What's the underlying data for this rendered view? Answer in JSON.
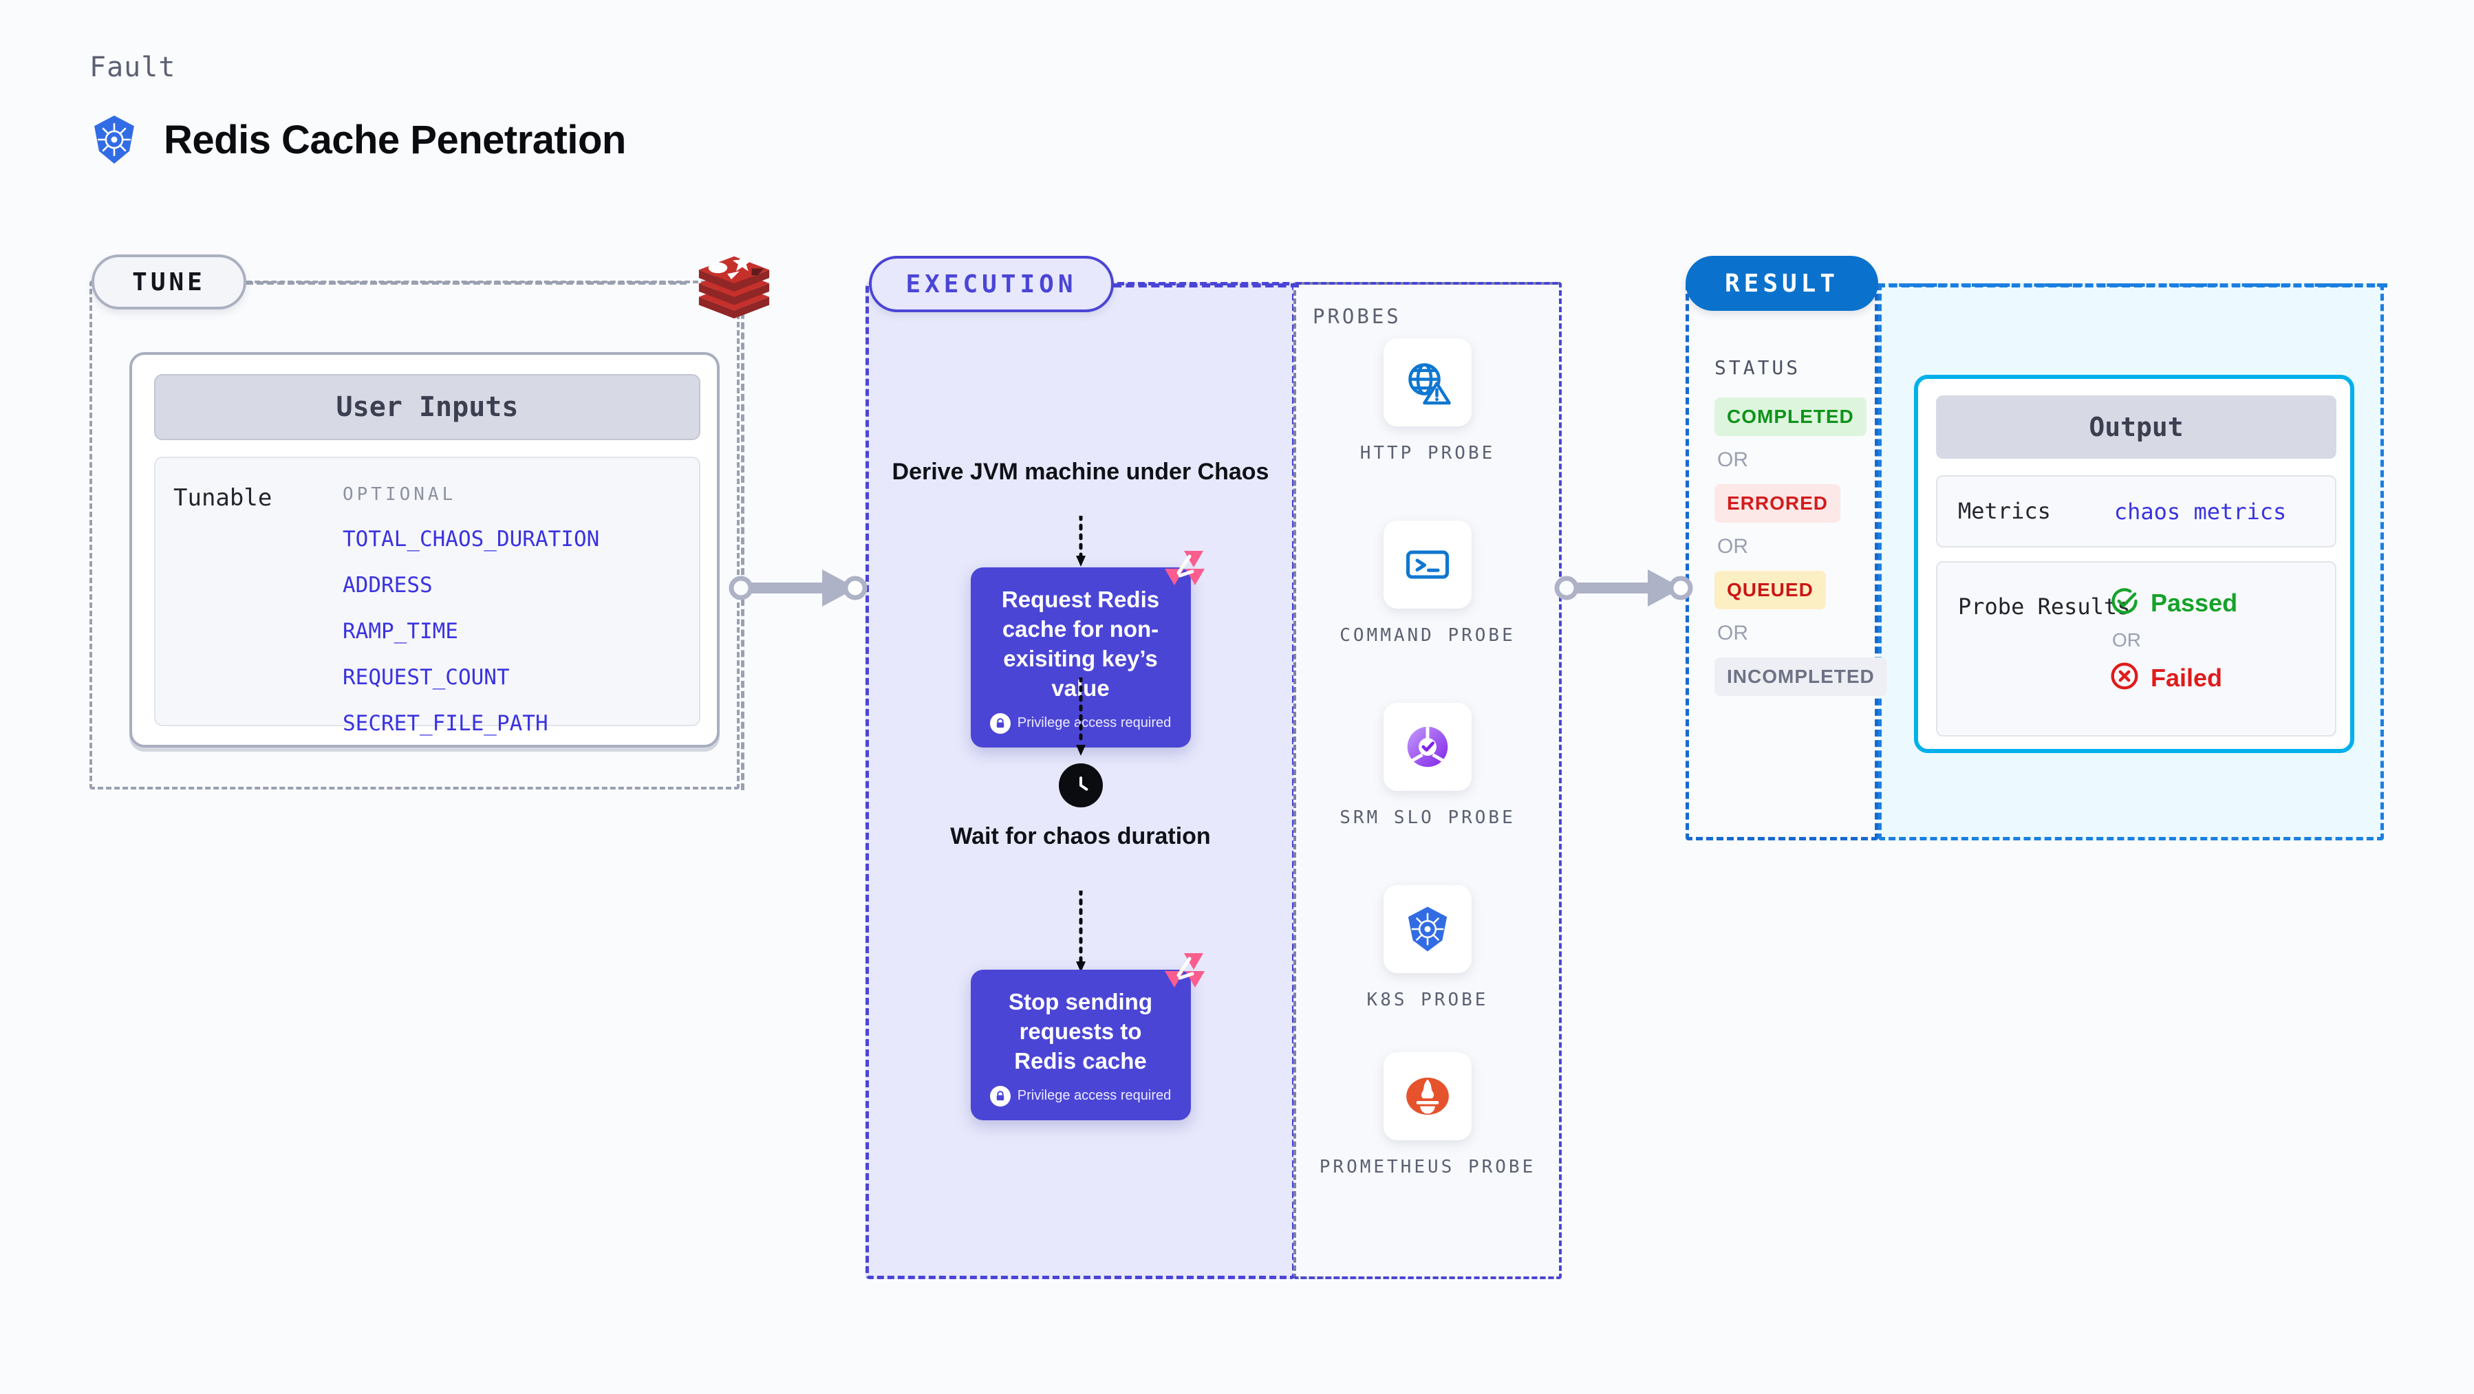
{
  "header": {
    "kicker": "Fault",
    "title": "Redis Cache Penetration",
    "logo_icon": "kubernetes-icon"
  },
  "tune": {
    "pill_label": "TUNE",
    "source_icon": "redis-logo-icon",
    "card": {
      "header": "User Inputs",
      "row_label": "Tunable",
      "group_label": "OPTIONAL",
      "variables": [
        "TOTAL_CHAOS_DURATION",
        "ADDRESS",
        "RAMP_TIME",
        "REQUEST_COUNT",
        "SECRET_FILE_PATH"
      ]
    }
  },
  "execution": {
    "pill_label": "EXECUTION",
    "step_title": "Derive JVM machine under Chaos",
    "card_one": {
      "title": "Request Redis cache for non-exisiting key’s value",
      "privilege_note": "Privilege access required",
      "badge_icon": "litmus-chaos-icon",
      "lock_icon": "lock-icon"
    },
    "wait": {
      "icon": "clock-icon",
      "title": "Wait for chaos duration"
    },
    "card_two": {
      "title": "Stop sending requests to Redis cache",
      "privilege_note": "Privilege access required",
      "badge_icon": "litmus-chaos-icon",
      "lock_icon": "lock-icon"
    }
  },
  "probes": {
    "section_label": "PROBES",
    "items": [
      {
        "label": "HTTP PROBE",
        "icon": "globe-warning-icon"
      },
      {
        "label": "COMMAND PROBE",
        "icon": "terminal-icon"
      },
      {
        "label": "SRM SLO PROBE",
        "icon": "slo-donut-check-icon"
      },
      {
        "label": "K8S PROBE",
        "icon": "kubernetes-icon"
      },
      {
        "label": "PROMETHEUS PROBE",
        "icon": "prometheus-icon"
      }
    ]
  },
  "result": {
    "pill_label": "RESULT",
    "status_label": "STATUS",
    "or_label": "OR",
    "statuses": [
      {
        "label": "COMPLETED",
        "color": "#10921b",
        "bg": "#ddf5dd"
      },
      {
        "label": "ERRORED",
        "color": "#d31c1c",
        "bg": "#fde8e8"
      },
      {
        "label": "QUEUED",
        "color": "#cb1616",
        "bg": "#fdefc4"
      },
      {
        "label": "INCOMPLETED",
        "color": "#6d7285",
        "bg": "#eeeff4"
      }
    ]
  },
  "output": {
    "header": "Output",
    "metrics_key": "Metrics",
    "metrics_value": "chaos metrics",
    "probe_key": "Probe Results",
    "or_label": "OR",
    "passed_label": "Passed",
    "failed_label": "Failed",
    "passed_icon": "check-circle-icon",
    "failed_icon": "x-circle-icon"
  },
  "colors": {
    "accent_purple": "#4b45d6",
    "accent_blue": "#0a72cc",
    "accent_cyan": "#00b0ea",
    "link_blue": "#3a33e0",
    "pass_green": "#16a22a",
    "fail_red": "#e01b1b",
    "litmus_pink": "#fa5d8e"
  }
}
